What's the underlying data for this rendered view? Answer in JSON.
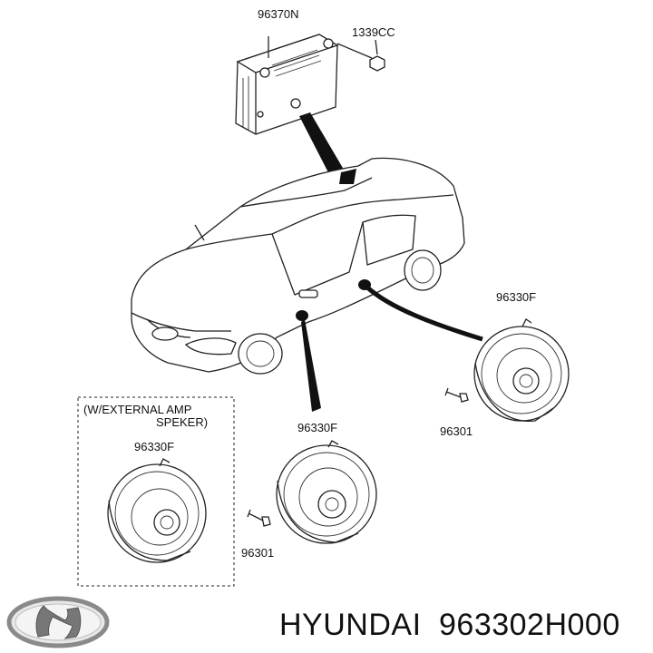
{
  "labels": {
    "amp_part": "96370N",
    "nut_part": "1339CC",
    "speaker_right": "96330F",
    "screw_right": "96301",
    "speaker_front": "96330F",
    "screw_front": "96301",
    "speaker_box": "96330F"
  },
  "box_note": {
    "line1": "(W/EXTERNAL AMP",
    "line2": "SPEKER)"
  },
  "footer": {
    "brand": "HYUNDAI",
    "part_number": "963302H000"
  },
  "icons": {
    "logo": "hyundai-logo",
    "amplifier": "amplifier-unit",
    "car": "sedan-car",
    "speaker": "door-speaker",
    "screw": "screw",
    "nut": "nut"
  }
}
